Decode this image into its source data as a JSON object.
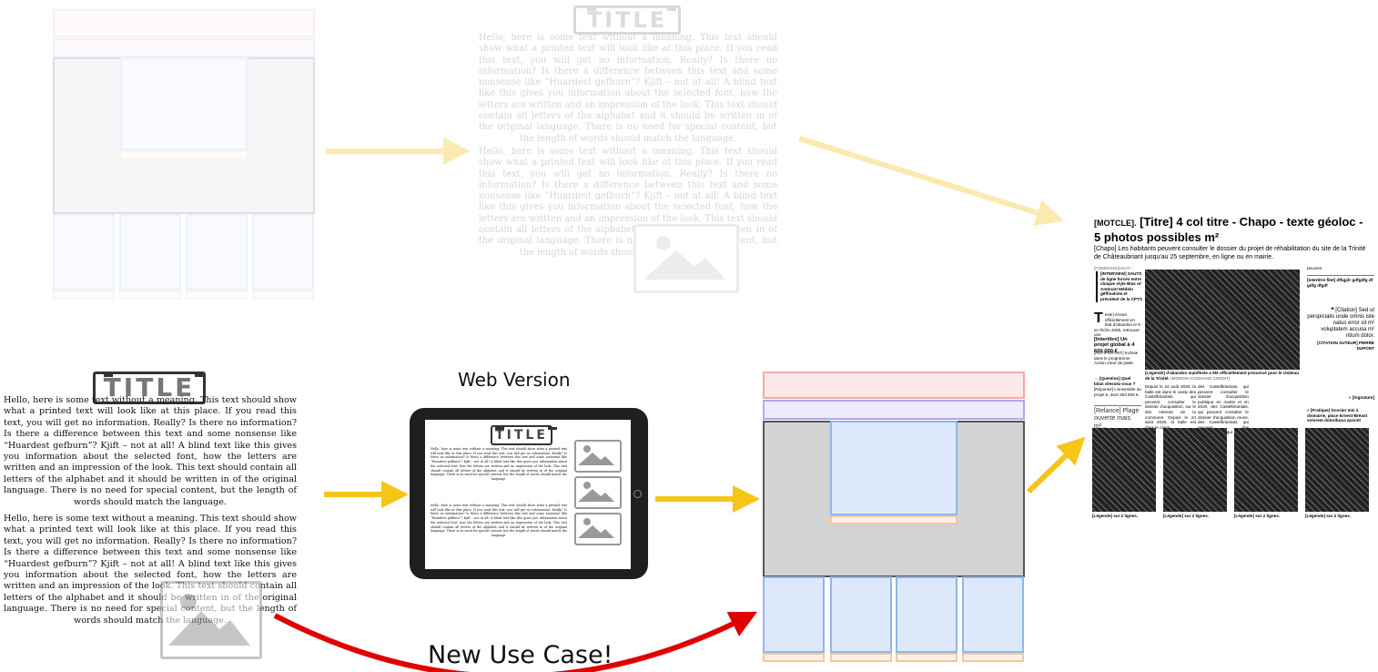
{
  "labels": {
    "web_version": "Web Version",
    "new_use_case": "New Use Case!"
  },
  "sign_text": "TITLE",
  "lorem": {
    "para1": "Hello, here is some text without a meaning. This text should show what a printed text will look like at this place. If you read this text, you will get no information. Really? Is there no information? Is there a difference between this text and some nonsense like “Huardest gefburn”? Kjift – not at all! A blind text like this gives you information about the selected font, how the letters are written and an impression of the look. This text should contain all letters of the alphabet and it should be written in of the original language. There is no need for special content, but the length of words should match the language.",
    "para2": "Hello, here is some text without a meaning. This text should show what a printed text will look like at this place. If you read this text, you will get no information. Really? Is there no information? Is there a difference between this text and some nonsense like “Huardest gefburn”? Kjift – not at all! A blind text like this gives you information about the selected font, how the letters are written and an impression of the look. This text should contain all letters of the alphabet and it should be written in of the original language. There is no need for special content, but the length of words should match the language."
  },
  "newspaper": {
    "mot_cle": "[MOTCLE].",
    "titre": "[Titre] 4 col titre - Chapo - texte géoloc - 5 photos possibles m²",
    "chapo": "[Chapo] Les habitants peuvent consulter le dossier du projet de réhabilitation du site de la Trinité de Châteaubriant jusqu'au 25 septembre, en ligne ou en mairie.",
    "commune": "[COMMUNE]ISSAY -",
    "interview": "[INTERVIEW] SAUTS de ligne forcés entre chaque style Blas m² Amtount Médein gêffinaliste et président de la CPTS",
    "intertitre": "[Intertitre] Un projet global à 4 600 000 €",
    "question": "→ [Question] Quel bilan dressez-vous ?",
    "reponse": "[Réponse] L'ensemble du projet €, dont 264 800 €.",
    "relance": "[Relance] Plage ouverte mais m²...",
    "legende_main": "[Légende] d'abandon manifeste a été officiellement prononcé pour le château de la Trinité.",
    "credit_main": "(MONGIN COGNANG CRÉDIT)",
    "right_intertitre": "[Intertitre filet] dfhgjdr gdfgdfg df gdfg dfgdf",
    "citation": "[Citation] Sed ut perspiciatis unde omnis iste natus error sit m² voluptatem accusa m² ntium dolor.",
    "citation_author": "[CITATION AUTEUR] PIERRE DUPONT",
    "signature": "» [Signature]",
    "pratique": "» [Pratique] Dossier mis à dismairie, place Ernest-Bréant volorem doloribusa quisint",
    "peuvent": "peuvent",
    "legendes": [
      "[Légende] sur 2 lignes.",
      "[Légende] sur 2 lignes.",
      "[Légende] sur 2 lignes.",
      "[Légende] sur 2 lignes."
    ],
    "body_col_a": "Depuis le 24 août 2020, la balle est dans le camp des Castelbriantais, qui peuvent consulter le dossier d'acquisition, sur le site internet de la commune. Depuis le 24 août 2020, la balle est dans le camp",
    "body_col_b": "des Castelbriantais, qui peuvent consulter le dossier d'acquisition publique en mairie et en 2020, des Castelbriantais, qui peuvent consulter le dossier d'acquisition mune. des Castelbriantais, qui peuvent des Castelbriantais qui",
    "body_left": "exte] écrare officiellement en état d'abandon le 9 en friche 2005, retrouver une",
    "body_left2": "[ANTIPORTAIT] Inclose dans le programme Action cœur de patte."
  },
  "colors": {
    "arrow_yellow": "#f5c518",
    "arrow_red": "#e10000",
    "zone_red": "#f7a7a7",
    "zone_red_fill": "#fde9e9",
    "zone_purple": "#b4a8f0",
    "zone_purple_fill": "#ecebff",
    "zone_blue": "#8fb6ec",
    "zone_blue_fill": "#dde9fb",
    "zone_orange": "#f5c79b",
    "zone_orange_fill": "#fdf1e6",
    "zone_gray": "#d3d3d3"
  }
}
